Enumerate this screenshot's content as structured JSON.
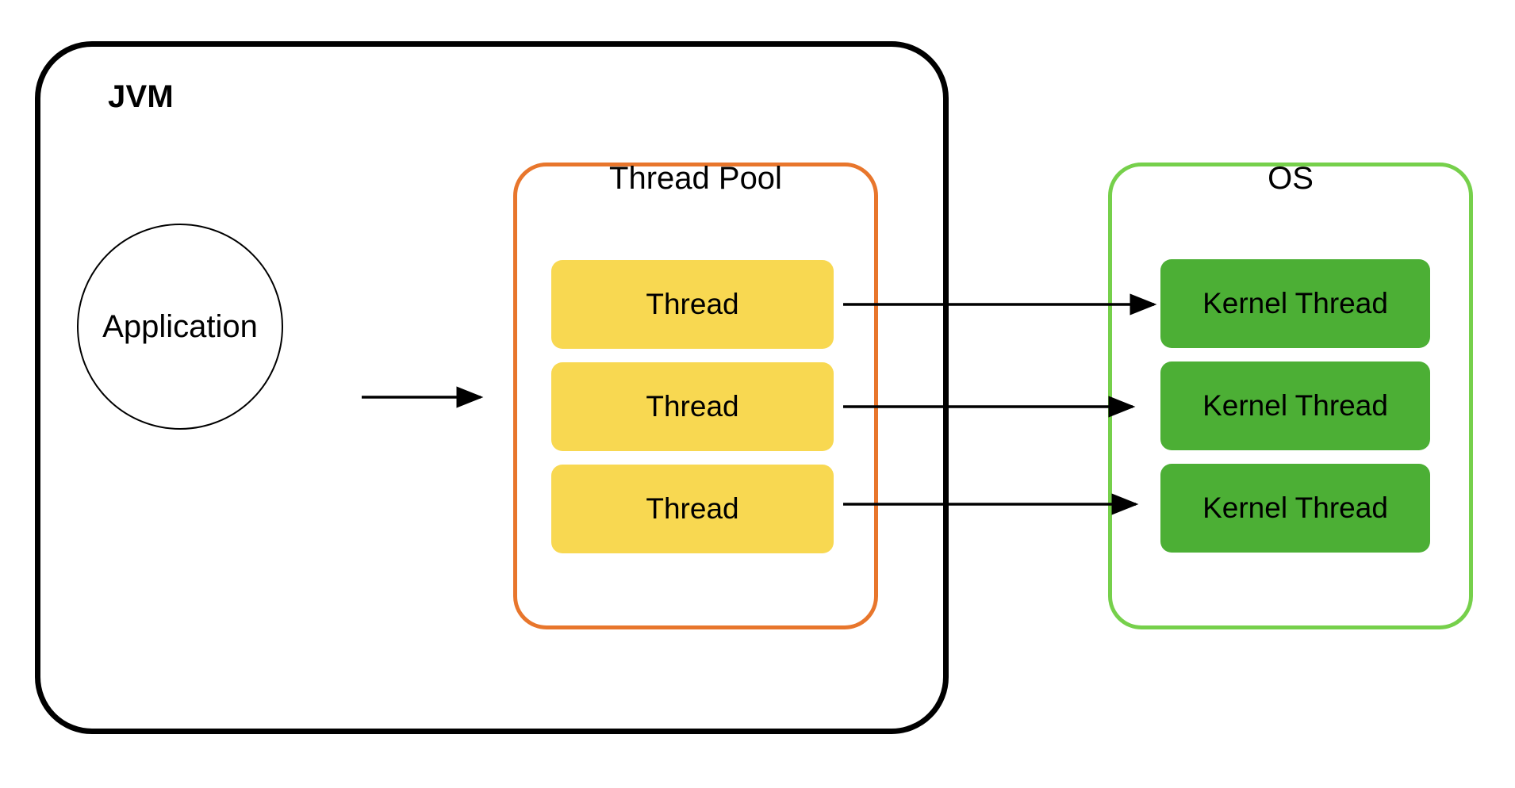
{
  "diagram": {
    "title_context": "JVM thread pool mapping to OS kernel threads",
    "colors": {
      "jvm_border": "#000000",
      "pool_border": "#E8762C",
      "thread_fill": "#F8D851",
      "os_border": "#76D04B",
      "kernel_fill": "#4CAF35",
      "arrow": "#000000",
      "background": "#FFFFFF",
      "text": "#000000"
    },
    "jvm": {
      "label": "JVM"
    },
    "application": {
      "label": "Application"
    },
    "thread_pool": {
      "label": "Thread Pool",
      "threads": [
        {
          "label": "Thread"
        },
        {
          "label": "Thread"
        },
        {
          "label": "Thread"
        }
      ]
    },
    "os": {
      "label": "OS",
      "kernel_threads": [
        {
          "label": "Kernel Thread"
        },
        {
          "label": "Kernel Thread"
        },
        {
          "label": "Kernel Thread"
        }
      ]
    },
    "arrows": [
      {
        "name": "application-to-thread-pool",
        "from": "Application",
        "to": "Thread Pool"
      },
      {
        "name": "thread-1-to-kernel-thread-1",
        "from": "Thread",
        "to": "Kernel Thread"
      },
      {
        "name": "thread-2-to-kernel-thread-2",
        "from": "Thread",
        "to": "Kernel Thread"
      },
      {
        "name": "thread-3-to-kernel-thread-3",
        "from": "Thread",
        "to": "Kernel Thread"
      }
    ]
  }
}
